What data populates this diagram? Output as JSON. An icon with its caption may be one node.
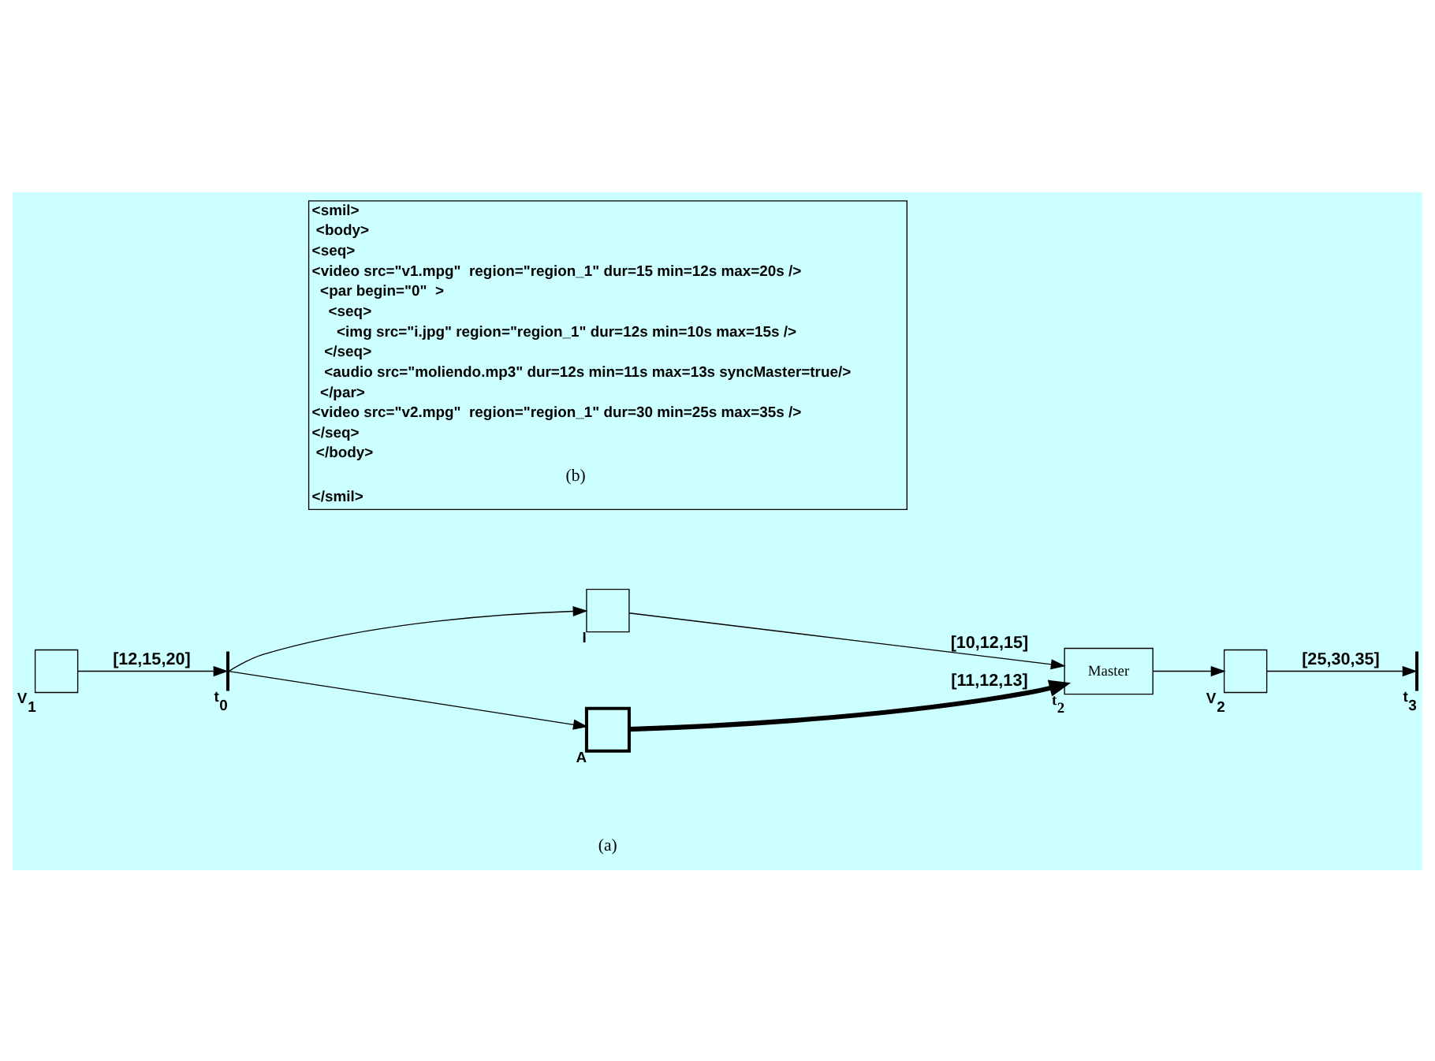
{
  "diagram": {
    "nodes": [
      {
        "text": [
          "V$_{1}$"
        ]
      },
      {
        "text": [
          "t$_{0}$"
        ]
      },
      {
        "text": [
          "I"
        ]
      },
      {
        "text": [
          "A"
        ]
      },
      {
        "text": [
          "t$_{2}$",
          "Master"
        ]
      },
      {
        "text": [
          "V$_{2}$"
        ]
      },
      {
        "text": [
          "t$_{3}$"
        ]
      }
    ],
    "edges": [
      {
        "from": 0,
        "to": 1,
        "arrow": "to",
        "label": "[12,15,20]"
      },
      {
        "from": 1,
        "to": 2,
        "arrow": "to"
      },
      {
        "from": 1,
        "to": 3,
        "arrow": "to"
      },
      {
        "from": 2,
        "to": 4,
        "arrow": "to",
        "label": "[10,12,15]"
      },
      {
        "from": 3,
        "to": 4,
        "arrow": "to",
        "label": "[11,12,13]",
        "style": "thick"
      },
      {
        "from": 4,
        "to": 5,
        "arrow": "to"
      },
      {
        "from": 5,
        "to": 6,
        "arrow": "to",
        "label": "[25,30,35]"
      }
    ],
    "labels": [
      "<smil>",
      " <body>",
      "<seq>",
      "<video src=\"v1.mpg\"  region=\"region_1\" dur=15 min=12s max=20s />",
      "  <par begin=\"0\"  >",
      "    <seq>",
      "      <img src=\"i.jpg\" region=\"region_1\" dur=12s min=10s max=15s />",
      "   </seq>",
      "   <audio src=\"moliendo.mp3\" dur=12s min=11s max=13s syncMaster=true/>",
      "  </par>",
      "<video src=\"v2.mpg\"  region=\"region_1\" dur=30 min=25s max=35s />",
      "</seq>",
      " </body>",
      "(b)",
      "</smil>",
      "(a)"
    ]
  }
}
